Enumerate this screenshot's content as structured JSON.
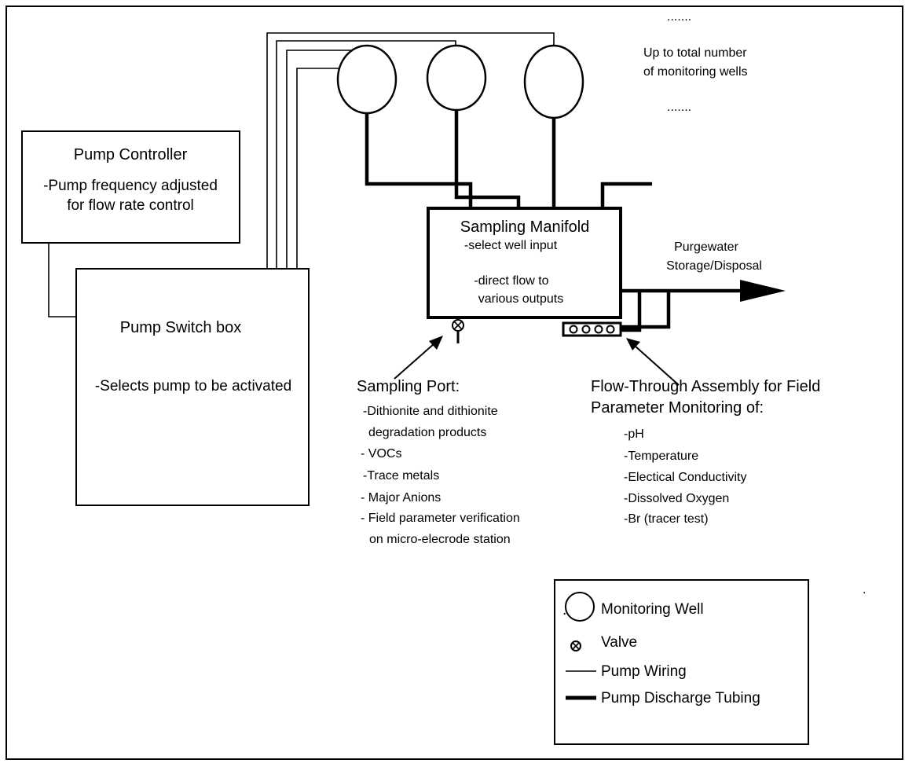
{
  "diagram": {
    "pump_controller": {
      "title": "Pump Controller",
      "line1": "-Pump frequency adjusted",
      "line2": "for flow rate control"
    },
    "pump_switch_box": {
      "title": "Pump Switch box",
      "description": "-Selects pump to be activated"
    },
    "sampling_manifold": {
      "title": "Sampling Manifold",
      "line1": "-select well input",
      "line2": "-direct flow to",
      "line3": "various outputs"
    },
    "wells_note": {
      "dots_top": ".......",
      "line1": "Up to total number",
      "line2": "of monitoring wells",
      "dots_bottom": "......."
    },
    "purgewater": {
      "line1": "Purgewater",
      "line2": "Storage/Disposal"
    },
    "sampling_port": {
      "title": "Sampling Port:",
      "items": [
        "-Dithionite and dithionite",
        "degradation products",
        "- VOCs",
        "-Trace metals",
        "- Major Anions",
        "- Field parameter verification",
        "on micro-elecrode station"
      ]
    },
    "flow_through": {
      "line1": "Flow-Through  Assembly for Field",
      "line2": "Parameter Monitoring of:",
      "items": [
        "-pH",
        "-Temperature",
        "-Electical Conductivity",
        "-Dissolved Oxygen",
        "-Br (tracer test)"
      ]
    },
    "legend": {
      "leading_dot": ".",
      "monitoring_well": "Monitoring Well",
      "valve": "Valve",
      "pump_wiring": "Pump Wiring",
      "discharge_tubing": "Pump Discharge Tubing"
    },
    "stray_dot": "."
  }
}
